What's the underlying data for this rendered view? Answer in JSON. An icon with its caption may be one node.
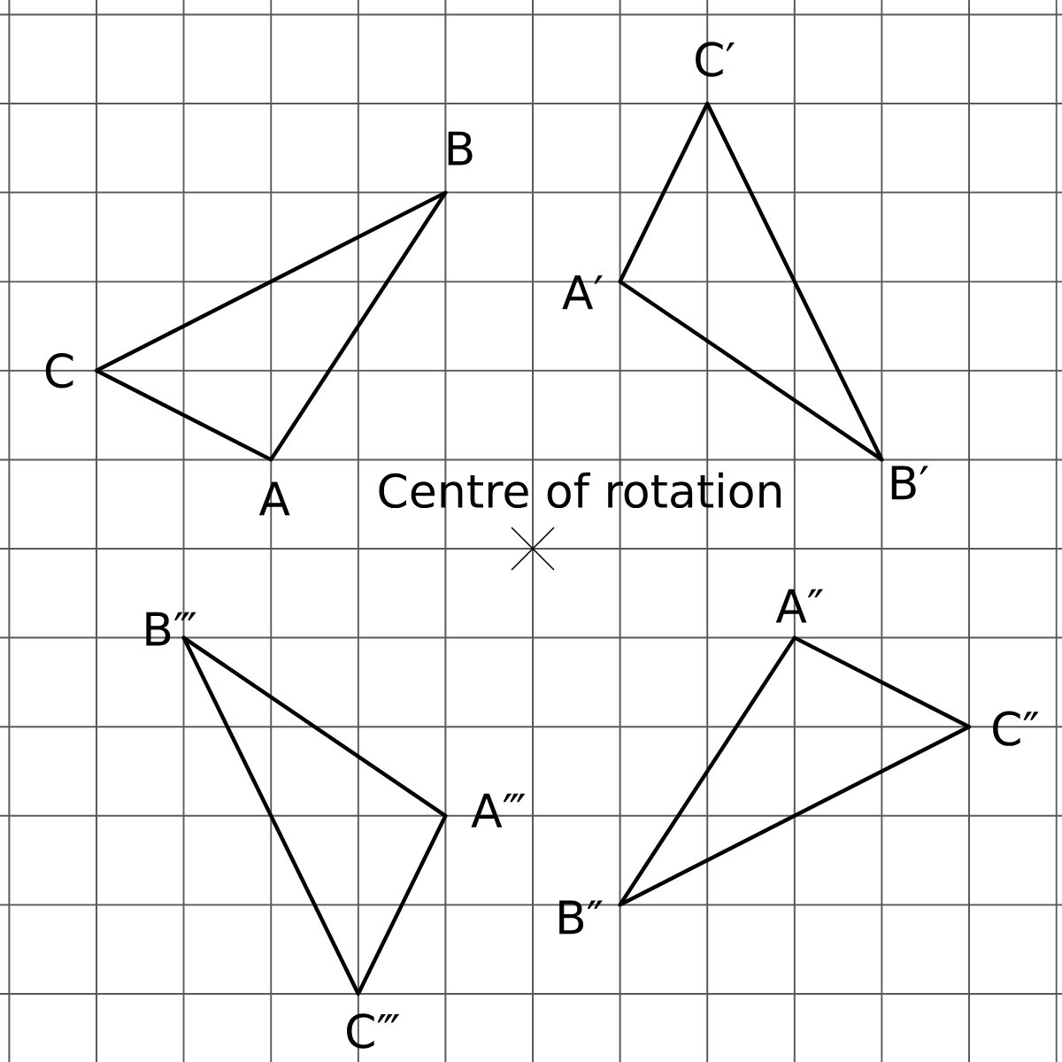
{
  "diagram": {
    "nodes": [
      {
        "text": [],
        "shape": "triangle",
        "beside": [
          "A",
          "B",
          "C"
        ]
      },
      {
        "text": [],
        "shape": "triangle",
        "beside": [
          "A′",
          "B′",
          "C′"
        ]
      },
      {
        "text": [],
        "shape": "triangle",
        "beside": [
          "A″",
          "B″",
          "C″"
        ]
      },
      {
        "text": [],
        "shape": "triangle",
        "beside": [
          "A‴",
          "B‴",
          "C‴"
        ]
      }
    ],
    "labels": [
      "Centre of rotation"
    ]
  }
}
